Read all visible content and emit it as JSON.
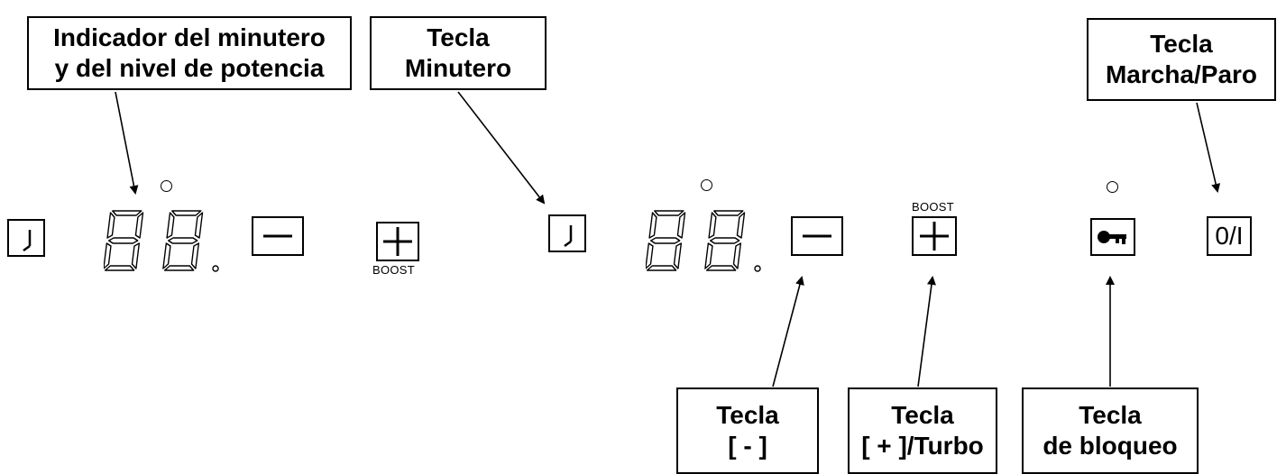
{
  "callouts": {
    "timer_indicator": [
      "Indicador del minutero",
      "y del nivel de potencia"
    ],
    "timer_key": [
      "Tecla",
      "Minutero"
    ],
    "onoff_key": [
      "Tecla",
      "Marcha/Paro"
    ],
    "minus_key": [
      "Tecla",
      "[ - ]"
    ],
    "plus_key": [
      "Tecla",
      "[ + ]/Turbo"
    ],
    "lock_key": [
      "Tecla",
      "de bloqueo"
    ]
  },
  "panel": {
    "boost_label": "BOOST",
    "onoff_label": "0/I"
  },
  "icons": [
    "clock-icon",
    "seven-segment-display",
    "minus-icon",
    "plus-icon",
    "key-icon",
    "led-indicator"
  ],
  "colors": {
    "ink": "#000000",
    "segment": "#000000",
    "background": "#ffffff"
  }
}
